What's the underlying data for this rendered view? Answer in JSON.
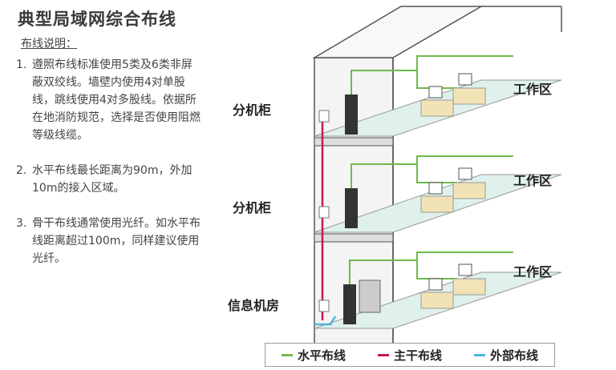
{
  "title": "典型局域网综合布线",
  "subtitle": "布线说明：",
  "notes": [
    {
      "num": "1.",
      "text": "遵照布线标准使用5类及6类非屏蔽双绞线。墙壁内使用4对单股线，跳线使用4对多股线。依据所在地消防规范，选择是否使用阻燃等级线缆。"
    },
    {
      "num": "2.",
      "text": "水平布线最长距离为90m，外加10m的接入区域。"
    },
    {
      "num": "3.",
      "text": "骨干布线通常使用光纤。如水平布线距离超过100m，同样建议使用光纤。"
    }
  ],
  "floors": [
    {
      "cabinet_label": "分机柜",
      "area_label": "工作区"
    },
    {
      "cabinet_label": "分机柜",
      "area_label": "工作区"
    },
    {
      "cabinet_label": "信息机房",
      "area_label": "工作区"
    }
  ],
  "legend": [
    {
      "label": "水平布线",
      "color": "#6dbb4b"
    },
    {
      "label": "主干布线",
      "color": "#c2185b"
    },
    {
      "label": "外部布线",
      "color": "#4fb3d9"
    }
  ],
  "colors": {
    "horizontal": "#6dbb4b",
    "backbone": "#c2185b",
    "external": "#4fb3d9",
    "floor": "#dff1ea",
    "wall": "#f3f3f3",
    "desk": "#f2e3b6"
  }
}
